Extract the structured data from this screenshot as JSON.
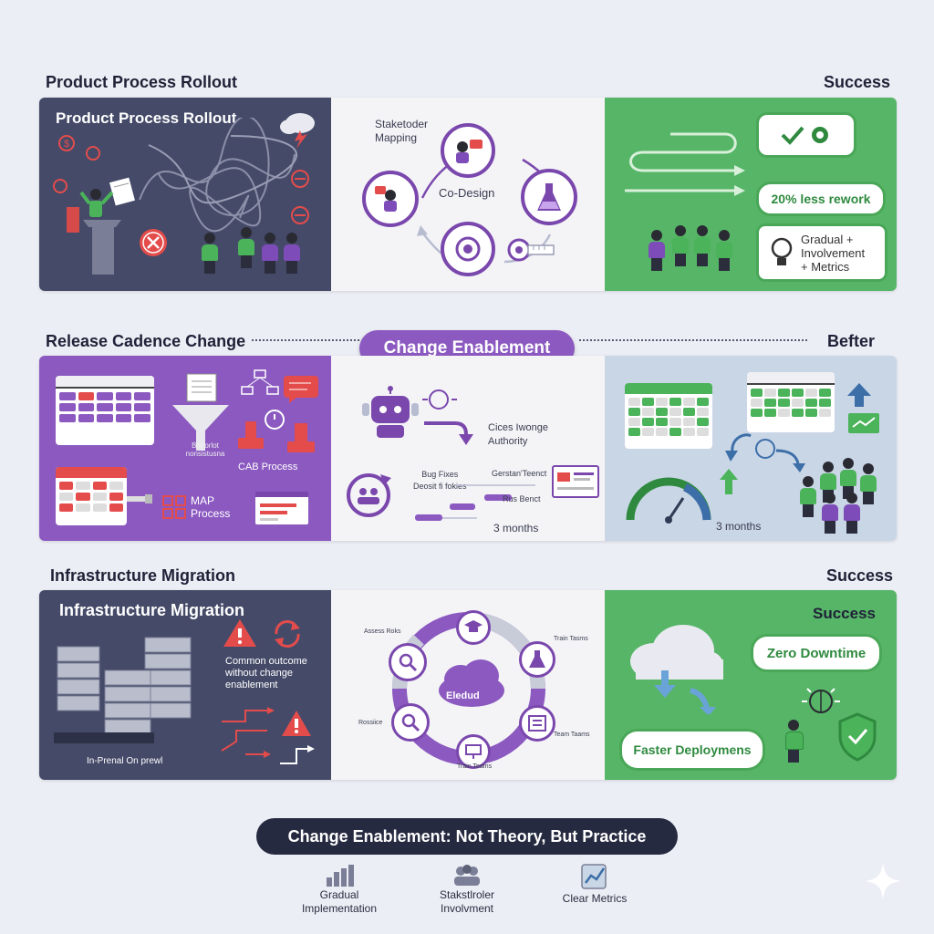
{
  "row1": {
    "header_left": "Product Process Rollout",
    "header_right": "Success",
    "panel_title": "Product Process Rollout",
    "stakeholder_label": "Staketoder\nMapping",
    "codesign_label": "Co-Design",
    "rework_pill": "20% less rework",
    "gradual_pill": "Gradual +\nInvolvement\n+ Metrics"
  },
  "row2": {
    "header_left": "Release Cadence Change",
    "center_pill": "Change Enablement",
    "header_right": "Befter",
    "funnel_caption": "Benorlot\nnonsistusna",
    "cab_label": "CAB Process",
    "map_label": "MAP\nProcess",
    "authority_label": "Cices Iwonge\nAuthority",
    "bug_fixes_label": "Bug Fixes\nDeosit fi fokies",
    "gerstan_label": "Gerstan'Teenct",
    "rus_label": "Rus Benct",
    "months_mid": "3 months",
    "months_right": "3 months"
  },
  "row3": {
    "header_left": "Infrastructure Migration",
    "header_right": "Success",
    "panel_title": "Infrastructure Migration",
    "common_outcome": "Common outcome\nwithout change\nenablement",
    "onprem_label": "In-Prenal On prewl",
    "assess_label": "Assess Roks",
    "train_top_label": "Train Tasms",
    "cloud_label": "Eledud",
    "rossiice_label": "Rossiice",
    "team_label": "Team Taams",
    "train_bottom_label": "Train Teams",
    "success_title": "Success",
    "zero_downtime": "Zero Downtime",
    "faster_deploy": "Faster Deploymens"
  },
  "footer": {
    "banner": "Change Enablement: Not Theory, But Practice",
    "items": [
      {
        "label": "Gradual\nImplementation",
        "icon": "bar-chart-icon"
      },
      {
        "label": "Stakstlroler\nInvolvment",
        "icon": "people-icon"
      },
      {
        "label": "Clear Metrics",
        "icon": "metrics-icon"
      }
    ]
  },
  "colors": {
    "dark": "#444a68",
    "purple": "#8b59c0",
    "green": "#56b567",
    "red": "#e44c4c",
    "blue_panel": "#c9d6e6"
  }
}
